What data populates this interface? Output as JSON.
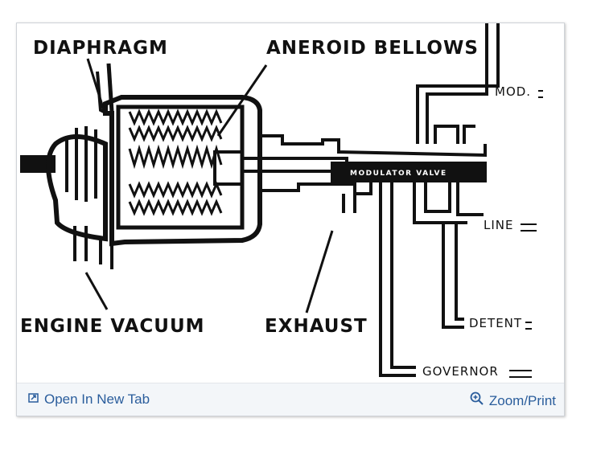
{
  "diagram": {
    "labels": {
      "diaphragm": "DIAPHRAGM",
      "aneroid_bellows": "ANEROID BELLOWS",
      "mod": "MOD.",
      "modulator_valve": "MODULATOR VALVE",
      "line": "LINE",
      "engine_vacuum": "ENGINE VACUUM",
      "exhaust": "EXHAUST",
      "detent": "DETENT",
      "governor": "GOVERNOR"
    }
  },
  "footer": {
    "open_new_tab": "Open In New Tab",
    "zoom_print": "Zoom/Print",
    "open_icon": "open-in-new-tab-icon",
    "zoom_icon": "zoom-in-icon",
    "link_color": "#2a5d9c"
  }
}
